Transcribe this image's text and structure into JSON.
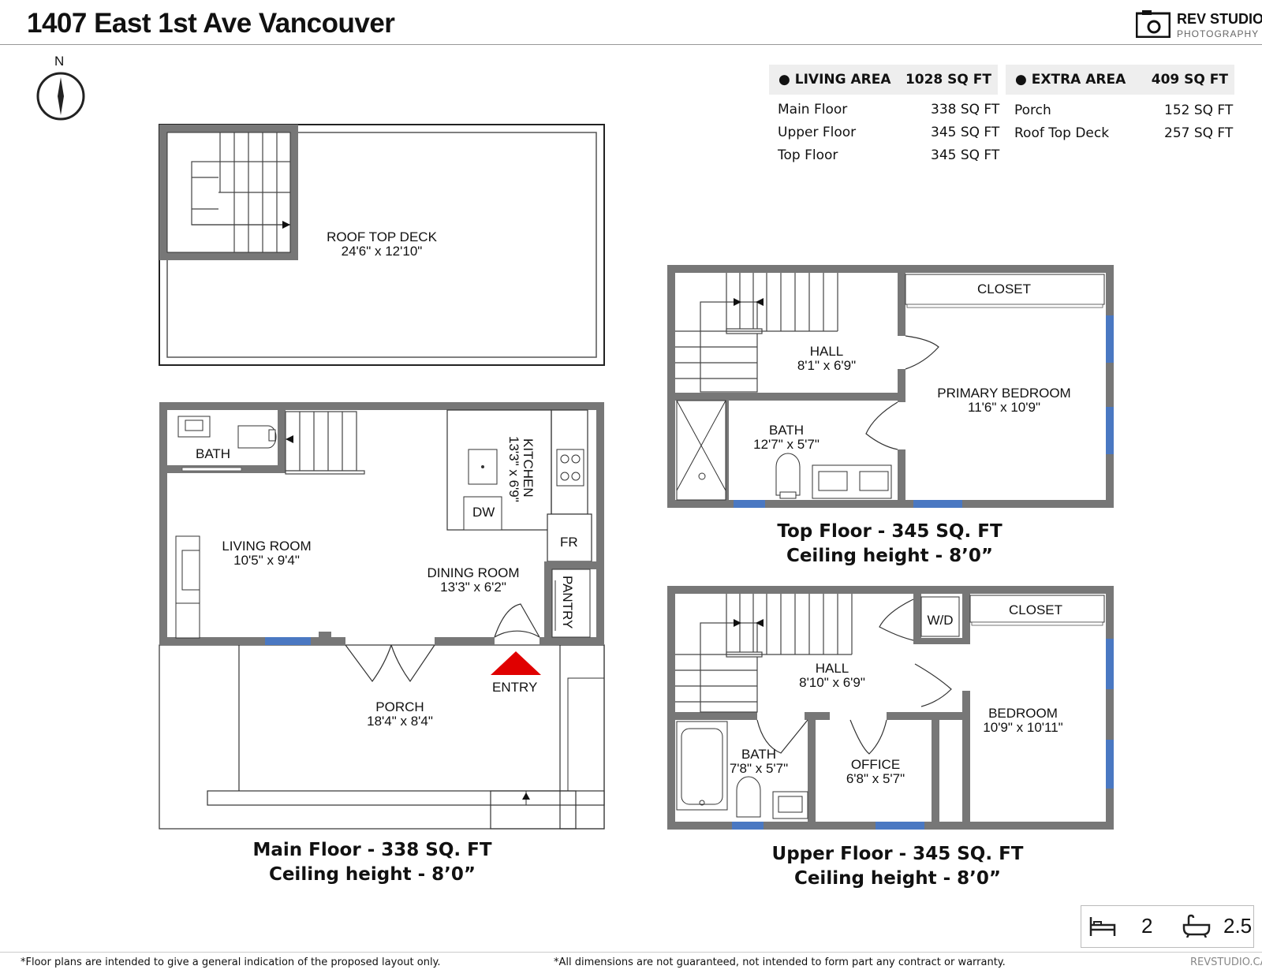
{
  "header": {
    "title": "1407 East 1st Ave Vancouver",
    "logo_main": "REV STUDIO",
    "logo_sub": "PHOTOGRAPHY"
  },
  "compass": {
    "label": "N"
  },
  "living_area": {
    "heading": "LIVING AREA",
    "total": "1028 SQ FT",
    "rows": [
      {
        "label": "Main Floor",
        "value": "338 SQ FT"
      },
      {
        "label": "Upper Floor",
        "value": "345 SQ FT"
      },
      {
        "label": "Top Floor",
        "value": "345 SQ FT"
      }
    ]
  },
  "extra_area": {
    "heading": "EXTRA AREA",
    "total": "409 SQ FT",
    "rows": [
      {
        "label": "Porch",
        "value": "152 SQ FT"
      },
      {
        "label": "Roof Top Deck",
        "value": "257 SQ FT"
      }
    ]
  },
  "roof": {
    "room": "ROOF  TOP DECK",
    "dims": "24'6\" x 12'10\""
  },
  "main_floor": {
    "bath": "BATH",
    "living": "LIVING ROOM",
    "living_dims": "10'5\" x 9'4\"",
    "dining": "DINING ROOM",
    "dining_dims": "13'3\" x 6'2\"",
    "kitchen": "KITCHEN",
    "kitchen_dims": "13'3\" x 6'9\"",
    "dw": "DW",
    "fr": "FR",
    "pantry": "PANTRY",
    "entry": "ENTRY",
    "porch": "PORCH",
    "porch_dims": "18'4\" x 8'4\"",
    "caption_1": "Main Floor - 338 SQ. FT",
    "caption_2": "Ceiling height - 8’0”"
  },
  "top_floor": {
    "closet": "CLOSET",
    "hall": "HALL",
    "hall_dims": "8'1\" x 6'9\"",
    "primary": "PRIMARY BEDROOM",
    "primary_dims": "11'6\" x 10'9\"",
    "bath": "BATH",
    "bath_dims": "12'7\" x 5'7\"",
    "caption_1": "Top Floor - 345 SQ. FT",
    "caption_2": "Ceiling height - 8’0”"
  },
  "upper_floor": {
    "wd": "W/D",
    "closet": "CLOSET",
    "hall": "HALL",
    "hall_dims": "8'10\" x 6'9\"",
    "bedroom": "BEDROOM",
    "bedroom_dims": "10'9\" x 10'11\"",
    "bath": "BATH",
    "bath_dims": "7'8\" x 5'7\"",
    "office": "OFFICE",
    "office_dims": "6'8\" x 5'7\"",
    "caption_1": "Upper Floor - 345 SQ. FT",
    "caption_2": "Ceiling height - 8’0”"
  },
  "counts": {
    "beds": "2",
    "baths": "2.5",
    "bed_icon": "bed-icon",
    "bath_icon": "bathtub-icon"
  },
  "footer": {
    "left": "*Floor plans are intended to give a general indication of the proposed layout only.",
    "middle": "*All dimensions are not guaranteed, not intended to form part any contract or warranty.",
    "right": "REVSTUDIO.CA"
  },
  "colors": {
    "wall": "#7a7a7a",
    "window": "#4a78c2",
    "entry_arrow": "#e00000"
  }
}
